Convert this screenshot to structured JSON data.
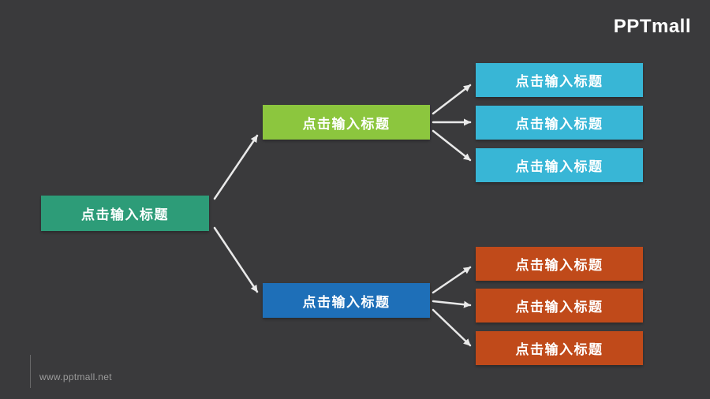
{
  "logo": {
    "text": "PPTmall"
  },
  "footer": {
    "url": "www.pptmall.net"
  },
  "colors": {
    "bg": "#3a3a3c",
    "root": "#2d9c78",
    "branch_top": "#8cc63e",
    "branch_bottom": "#1e6fb8",
    "leaf_top": "#38b6d6",
    "leaf_bottom": "#c04a1a",
    "arrow": "#e9e9e9",
    "footer_text": "#9b9b9b"
  },
  "tree": {
    "root": {
      "label": "点击输入标题"
    },
    "branches": [
      {
        "label": "点击输入标题",
        "children": [
          {
            "label": "点击输入标题"
          },
          {
            "label": "点击输入标题"
          },
          {
            "label": "点击输入标题"
          }
        ]
      },
      {
        "label": "点击输入标题",
        "children": [
          {
            "label": "点击输入标题"
          },
          {
            "label": "点击输入标题"
          },
          {
            "label": "点击输入标题"
          }
        ]
      }
    ]
  }
}
